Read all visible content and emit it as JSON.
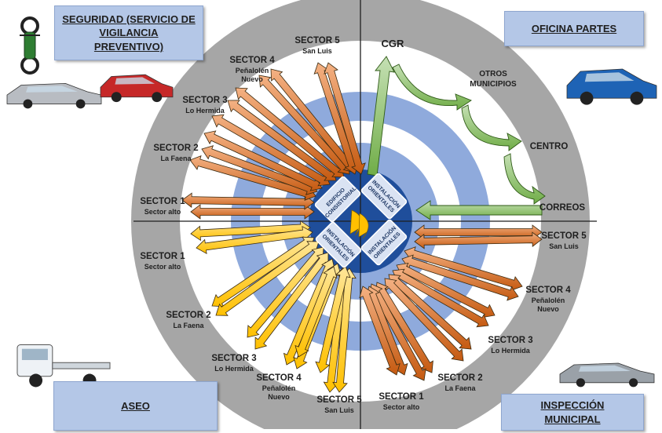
{
  "corner_boxes": {
    "seguridad": "SEGURIDAD (SERVICIO DE\nVIGILANCIA\nPREVENTIVO)",
    "oficina_partes": "OFICINA PARTES",
    "aseo": "ASEO",
    "inspeccion": "INSPECCIÓN\nMUNICIPAL"
  },
  "center": {
    "edificio": "EDIFICIO\nCONSISTORIAL",
    "instalacion": "INSTALACIÓN\nORIENTALES"
  },
  "left_top_sectors": [
    {
      "title": "SECTOR 5",
      "sub": "San Luis"
    },
    {
      "title": "SECTOR 4",
      "sub": "Peñalolén\nNuevo"
    },
    {
      "title": "SECTOR 3",
      "sub": "Lo Hermida"
    },
    {
      "title": "SECTOR 2",
      "sub": "La Faena"
    },
    {
      "title": "SECTOR 1",
      "sub": "Sector alto"
    }
  ],
  "left_bottom_sectors": [
    {
      "title": "SECTOR 1",
      "sub": "Sector alto"
    },
    {
      "title": "SECTOR 2",
      "sub": "La Faena"
    },
    {
      "title": "SECTOR 3",
      "sub": "Lo Hermida"
    },
    {
      "title": "SECTOR 4",
      "sub": "Peñalolén\nNuevo"
    },
    {
      "title": "SECTOR 5",
      "sub": "San Luis"
    }
  ],
  "right_bottom_sectors": [
    {
      "title": "SECTOR 5",
      "sub": "San Luis"
    },
    {
      "title": "SECTOR 4",
      "sub": "Peñalolén\nNuevo"
    },
    {
      "title": "SECTOR 3",
      "sub": "Lo Hermida"
    },
    {
      "title": "SECTOR 2",
      "sub": "La Faena"
    },
    {
      "title": "SECTOR 1",
      "sub": "Sector alto"
    }
  ],
  "mail_route": [
    "CGR",
    "OTROS\nMUNICIPIOS",
    "CENTRO",
    "CORREOS"
  ],
  "colors": {
    "outer_ring": "#a6a6a6",
    "mid_ring": "#8faadc",
    "inner_disc": "#1f4e9b",
    "seguridad_arrow": "#c55a11",
    "aseo_arrow": "#ffc000",
    "inspeccion_arrow": "#c55a11",
    "oficina_arrow": "#92d050",
    "box_fill": "#b4c7e7"
  },
  "icons": [
    "motorcycle-icon",
    "pickup-truck-icon",
    "suv-icon",
    "hatchback-car-icon",
    "flatbed-truck-icon",
    "pickup-truck-icon"
  ]
}
